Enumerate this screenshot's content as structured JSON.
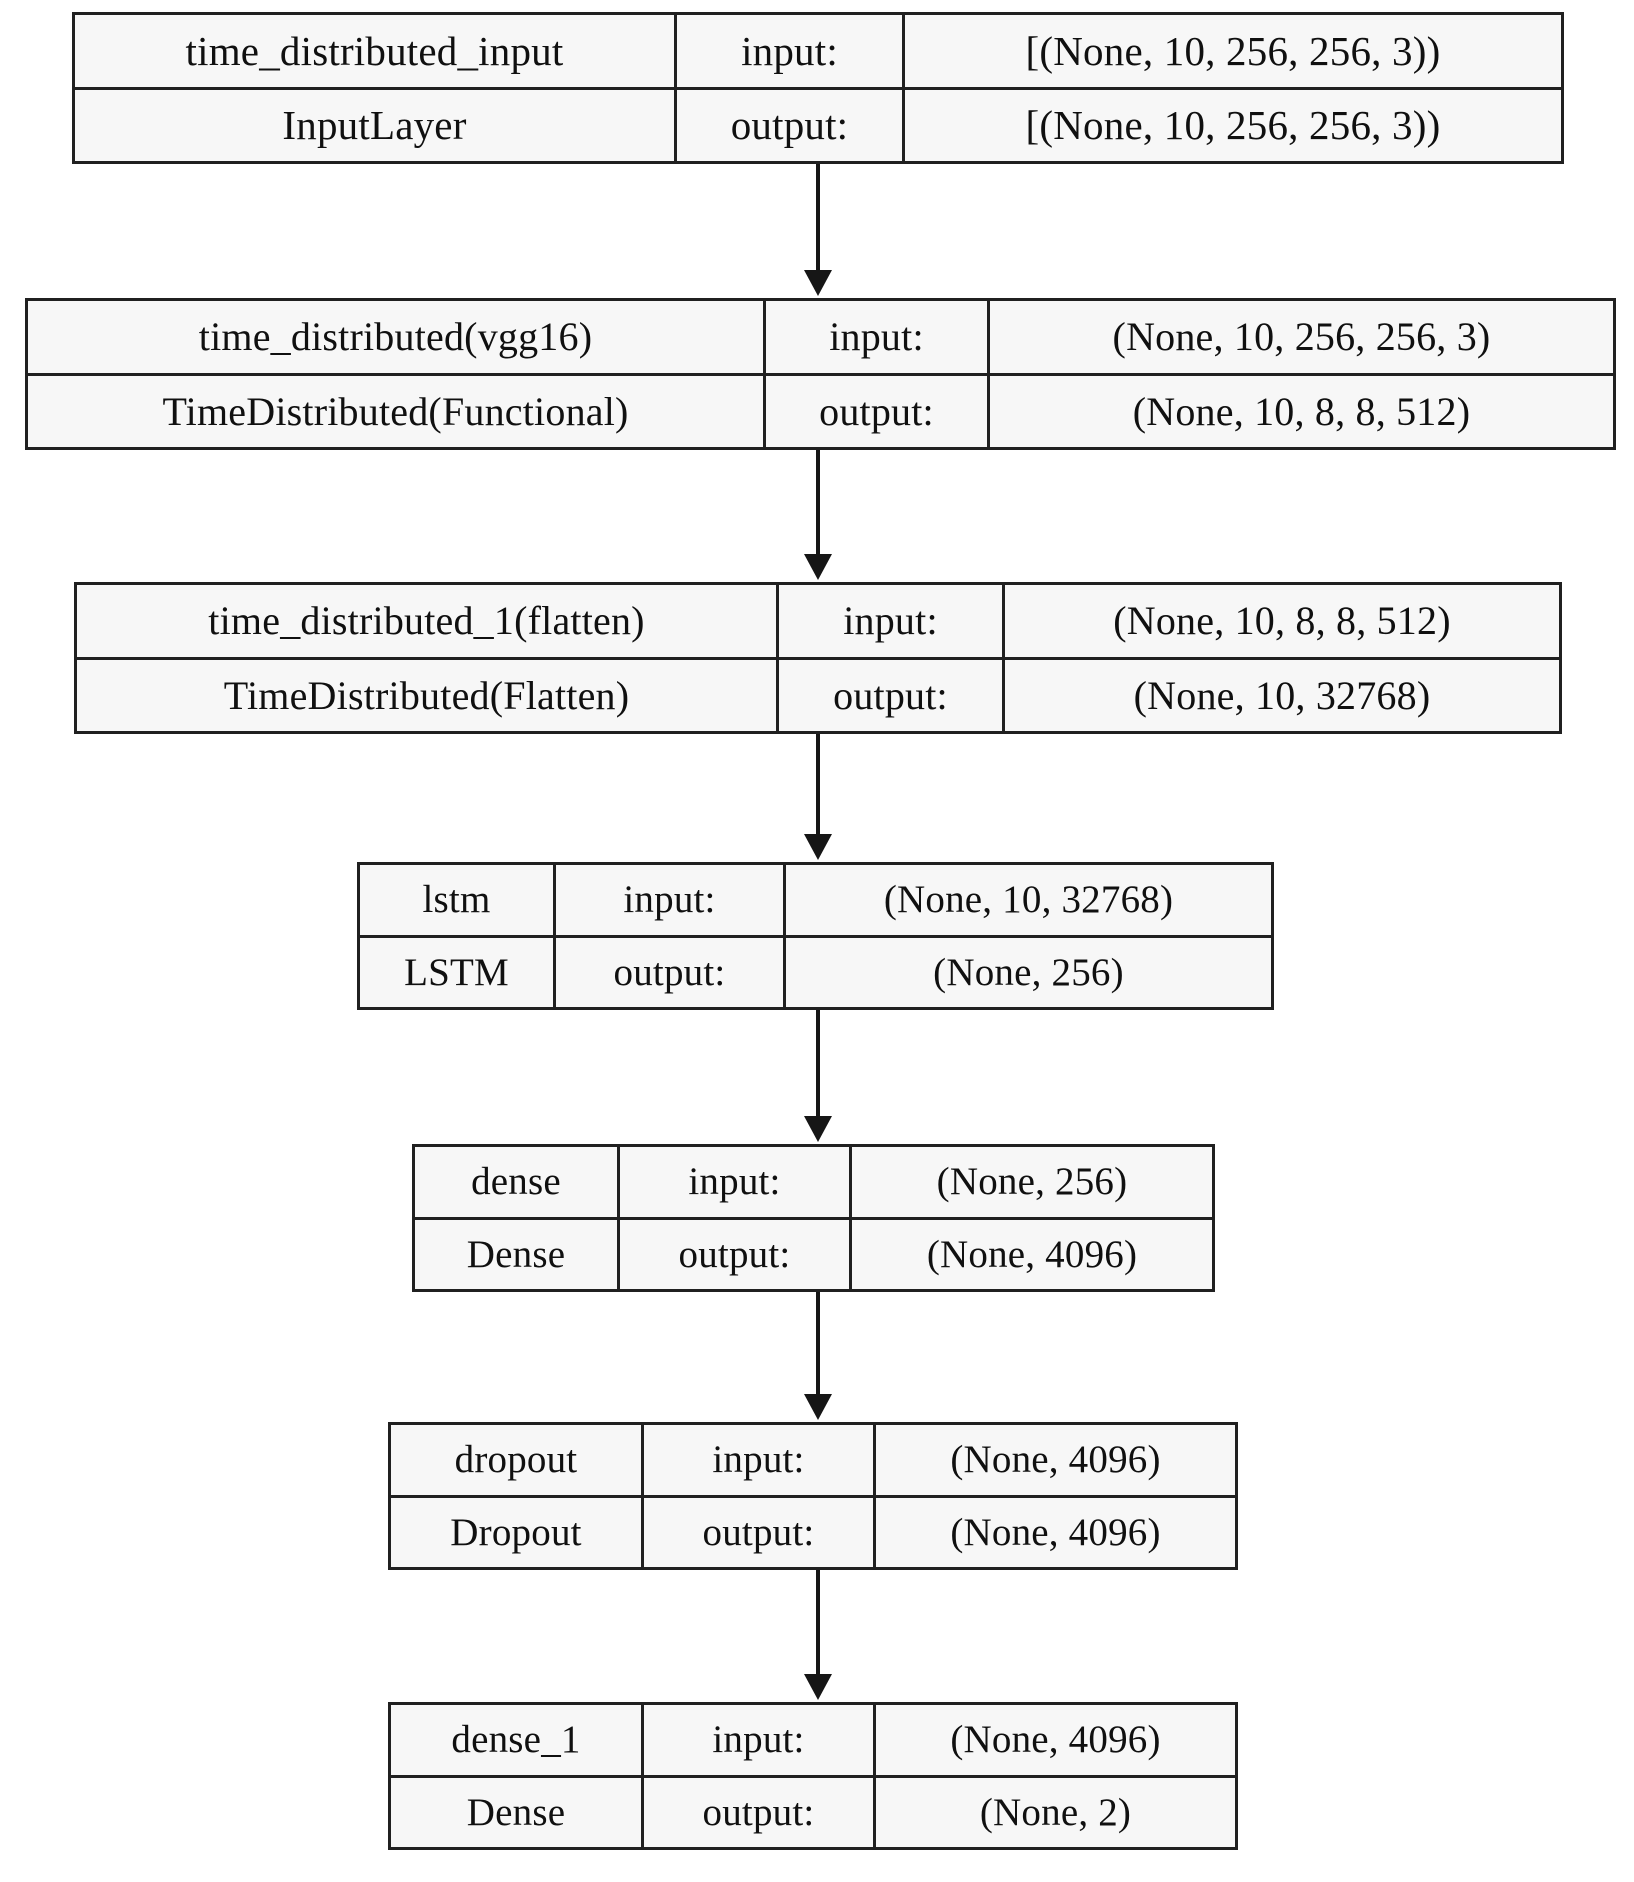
{
  "diagram": {
    "title": "Keras model architecture graph",
    "io_labels": {
      "input": "input:",
      "output": "output:"
    },
    "colors": {
      "border": "#202020",
      "fill": "#f7f7f7",
      "text": "#101010",
      "arrow": "#161616",
      "background": "#ffffff"
    },
    "nodes": [
      {
        "id": "time_distributed_input",
        "name": "time_distributed_input",
        "class": "InputLayer",
        "input_shape": "[(None, 10, 256, 256, 3))",
        "output_shape": "[(None, 10, 256, 256, 3))"
      },
      {
        "id": "time_distributed",
        "name": "time_distributed(vgg16)",
        "class": "TimeDistributed(Functional)",
        "input_shape": "(None, 10, 256, 256, 3)",
        "output_shape": "(None, 10, 8, 8, 512)"
      },
      {
        "id": "time_distributed_1",
        "name": "time_distributed_1(flatten)",
        "class": "TimeDistributed(Flatten)",
        "input_shape": "(None, 10, 8, 8, 512)",
        "output_shape": "(None, 10, 32768)"
      },
      {
        "id": "lstm",
        "name": "lstm",
        "class": "LSTM",
        "input_shape": "(None, 10, 32768)",
        "output_shape": "(None, 256)"
      },
      {
        "id": "dense",
        "name": "dense",
        "class": "Dense",
        "input_shape": "(None, 256)",
        "output_shape": "(None, 4096)"
      },
      {
        "id": "dropout",
        "name": "dropout",
        "class": "Dropout",
        "input_shape": "(None, 4096)",
        "output_shape": "(None, 4096)"
      },
      {
        "id": "dense_1",
        "name": "dense_1",
        "class": "Dense",
        "input_shape": "(None, 4096)",
        "output_shape": "(None, 2)"
      }
    ],
    "edges": [
      {
        "from": "time_distributed_input",
        "to": "time_distributed"
      },
      {
        "from": "time_distributed",
        "to": "time_distributed_1"
      },
      {
        "from": "time_distributed_1",
        "to": "lstm"
      },
      {
        "from": "lstm",
        "to": "dense"
      },
      {
        "from": "dense",
        "to": "dropout"
      },
      {
        "from": "dropout",
        "to": "dense_1"
      }
    ]
  }
}
